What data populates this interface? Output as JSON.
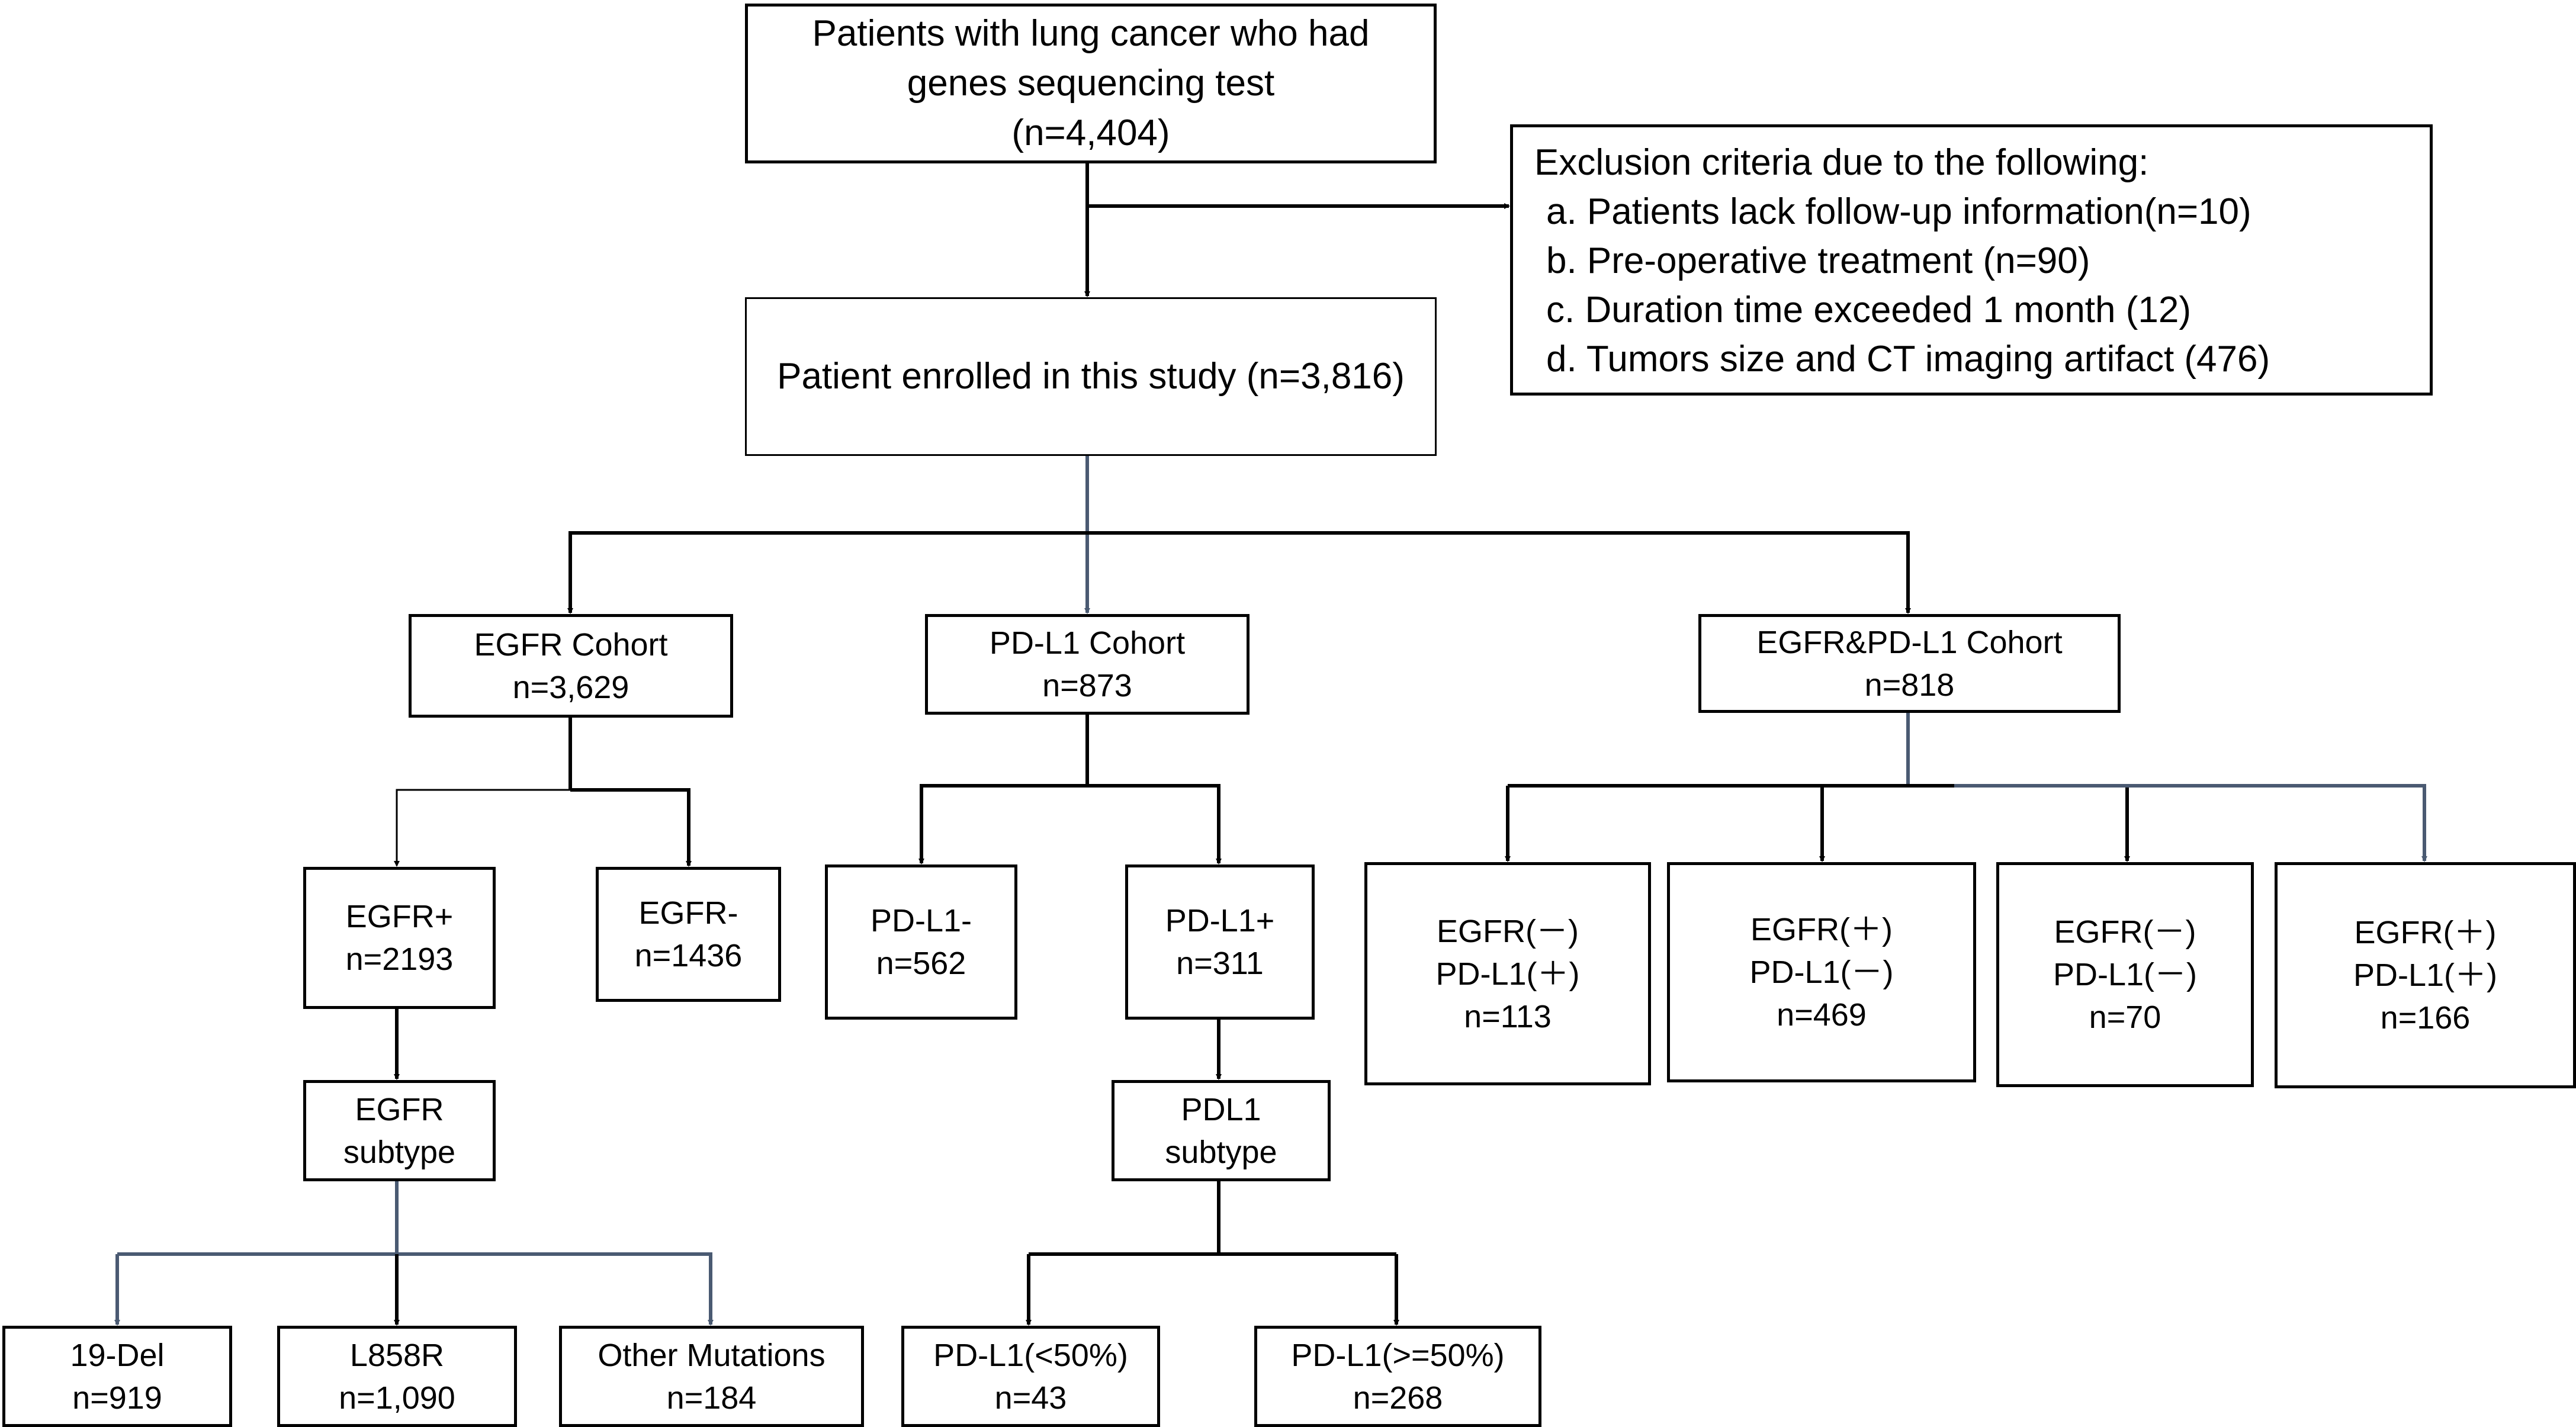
{
  "boxes": {
    "screened": {
      "line1": "Patients with lung cancer who had",
      "line2": "genes sequencing test",
      "count": "(n=4,404)"
    },
    "exclusion": {
      "title": "Exclusion criteria due to the following:",
      "items": [
        "a. Patients lack follow-up information(n=10)",
        "b. Pre-operative treatment (n=90)",
        "c. Duration time exceeded 1 month (12)",
        "d. Tumors size and CT imaging artifact (476)"
      ]
    },
    "enrolled": {
      "label": "Patient enrolled in this study (n=3,816)"
    },
    "egfr_cohort": {
      "label": "EGFR Cohort",
      "count": "n=3,629"
    },
    "pdl1_cohort": {
      "label": "PD-L1 Cohort",
      "count": "n=873"
    },
    "combo_cohort": {
      "label": "EGFR&PD-L1 Cohort",
      "count": "n=818"
    },
    "egfr_pos": {
      "label": "EGFR+",
      "count": "n=2193"
    },
    "egfr_neg": {
      "label": "EGFR-",
      "count": "n=1436"
    },
    "pdl1_neg": {
      "label": "PD-L1-",
      "count": "n=562"
    },
    "pdl1_pos": {
      "label": "PD-L1+",
      "count": "n=311"
    },
    "combo_1": {
      "egfr": "EGFR(－)",
      "pdl1": "PD-L1(＋)",
      "count": "n=113"
    },
    "combo_2": {
      "egfr": "EGFR(＋)",
      "pdl1": "PD-L1(－)",
      "count": "n=469"
    },
    "combo_3": {
      "egfr": "EGFR(－)",
      "pdl1": "PD-L1(－)",
      "count": "n=70"
    },
    "combo_4": {
      "egfr": "EGFR(＋)",
      "pdl1": "PD-L1(＋)",
      "count": "n=166"
    },
    "egfr_subtype": {
      "line1": "EGFR",
      "line2": "subtype"
    },
    "pdl1_subtype": {
      "line1": "PDL1",
      "line2": "subtype"
    },
    "del19": {
      "label": "19-Del",
      "count": "n=919"
    },
    "l858r": {
      "label": "L858R",
      "count": "n=1,090"
    },
    "other_mut": {
      "label": "Other Mutations",
      "count": "n=184"
    },
    "pdl1_low": {
      "label": "PD-L1(<50%)",
      "count": "n=43"
    },
    "pdl1_high": {
      "label": "PD-L1(>=50%)",
      "count": "n=268"
    }
  },
  "colors": {
    "line": "#000000",
    "accent_line": "#4a5a72",
    "box_border": "#000000",
    "background": "#ffffff"
  }
}
